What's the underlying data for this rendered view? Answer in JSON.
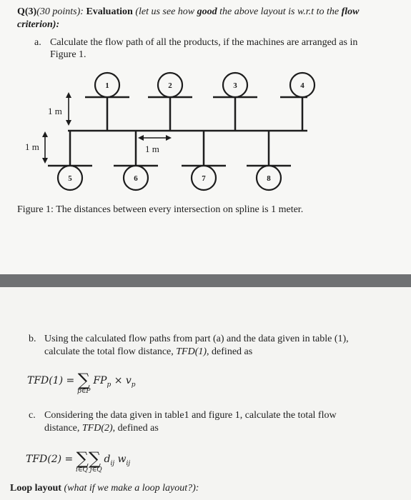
{
  "question": {
    "number": "Q(3)",
    "points": "(30 points)",
    "colon1": ":",
    "title": "Evaluation",
    "desc_a": "(let us see how",
    "good": "good",
    "desc_b": "the above layout is w.r.t to the",
    "flow": "flow",
    "criterion": "criterion):"
  },
  "part_a": {
    "marker": "a.",
    "text": "Calculate the flow path of all the products, if the machines are arranged as in Figure 1."
  },
  "figure": {
    "top_machines": [
      "1",
      "2",
      "3",
      "4"
    ],
    "bottom_machines": [
      "5",
      "6",
      "7",
      "8"
    ],
    "dim_vertical_top": "1 m",
    "dim_vertical_left": "1 m",
    "dim_horizontal": "1 m",
    "caption": "Figure 1: The distances between every intersection on spline is 1 meter."
  },
  "part_b": {
    "marker": "b.",
    "text_1": "Using the calculated flow paths from part (a) and the data given in table (1),",
    "text_2": "calculate the total flow distance,",
    "tfd1_inline": "TFD(1)",
    "text_3": ", defined as",
    "eq_lhs": "TFD(1) =",
    "eq_sigma": "∑",
    "eq_term_1": "FP",
    "eq_sub_p1": "p",
    "eq_times": " × v",
    "eq_sub_p2": "p",
    "eq_under": "p∈P"
  },
  "part_c": {
    "marker": "c.",
    "text_1": "Considering the data given in table1 and figure 1, calculate the total flow",
    "text_2": "distance,",
    "tfd2_inline": "TFD(2)",
    "text_3": ", defined as",
    "eq_lhs": "TFD(2) =",
    "eq_sigma": "∑∑",
    "eq_d": "d",
    "eq_sub_ij1": "ij",
    "eq_w": " w",
    "eq_sub_ij2": "ij",
    "eq_under": "i∈Q j∈Q"
  },
  "loop": {
    "label": "Loop layout",
    "note": "(what if we make a loop layout?):"
  },
  "colors": {
    "ink": "#1d1d1d",
    "separator": "#6f7173",
    "page": "#f7f7f5"
  }
}
